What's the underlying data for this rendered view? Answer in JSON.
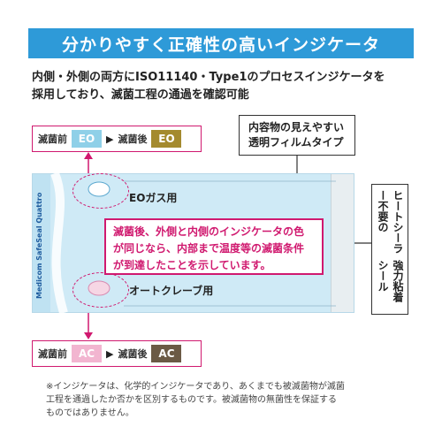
{
  "title": "分かりやすく正確性の高いインジケータ",
  "intro": [
    "内側・外側の両方にISO11140・Type1のプロセスインジケータを",
    "採用しており、滅菌工程の通過を確認可能"
  ],
  "eo_row": {
    "before_label": "滅菌前",
    "before_chip": "EO",
    "arrow": "▶",
    "after_label": "滅菌後",
    "after_chip": "EO"
  },
  "ac_row": {
    "before_label": "滅菌前",
    "before_chip": "AC",
    "arrow": "▶",
    "after_label": "滅菌後",
    "after_chip": "AC"
  },
  "film_callout": [
    "内容物の見えやすい",
    "透明フィルムタイプ"
  ],
  "pouch": {
    "brand": "Medicom SafeSeal Quattro",
    "eo_label": "EOガス用",
    "ac_label": "オートクレーブ用"
  },
  "center_callout": [
    "滅菌後、外側と内側のインジケータの色",
    "が同じなら、内部まで温度等の滅菌条件",
    "が到達したことを示しています。"
  ],
  "heat_callout": [
    "ヒートシーラー不要の",
    "強力粘着シール"
  ],
  "footnote": [
    "※インジケータは、化学的インジケータであり、あくまでも被滅菌物が滅菌",
    "工程を通過したか否かを区別するものです。被滅菌物の無菌性を保証する",
    "ものではありません。"
  ],
  "colors": {
    "title_bg": "#2e9ad8",
    "accent": "#d0196f",
    "eo_before": "#8fd0e8",
    "eo_after": "#a48a2e",
    "ac_before": "#f2b5d0",
    "ac_after": "#6b5a45",
    "pouch": "#cfeaf6"
  }
}
